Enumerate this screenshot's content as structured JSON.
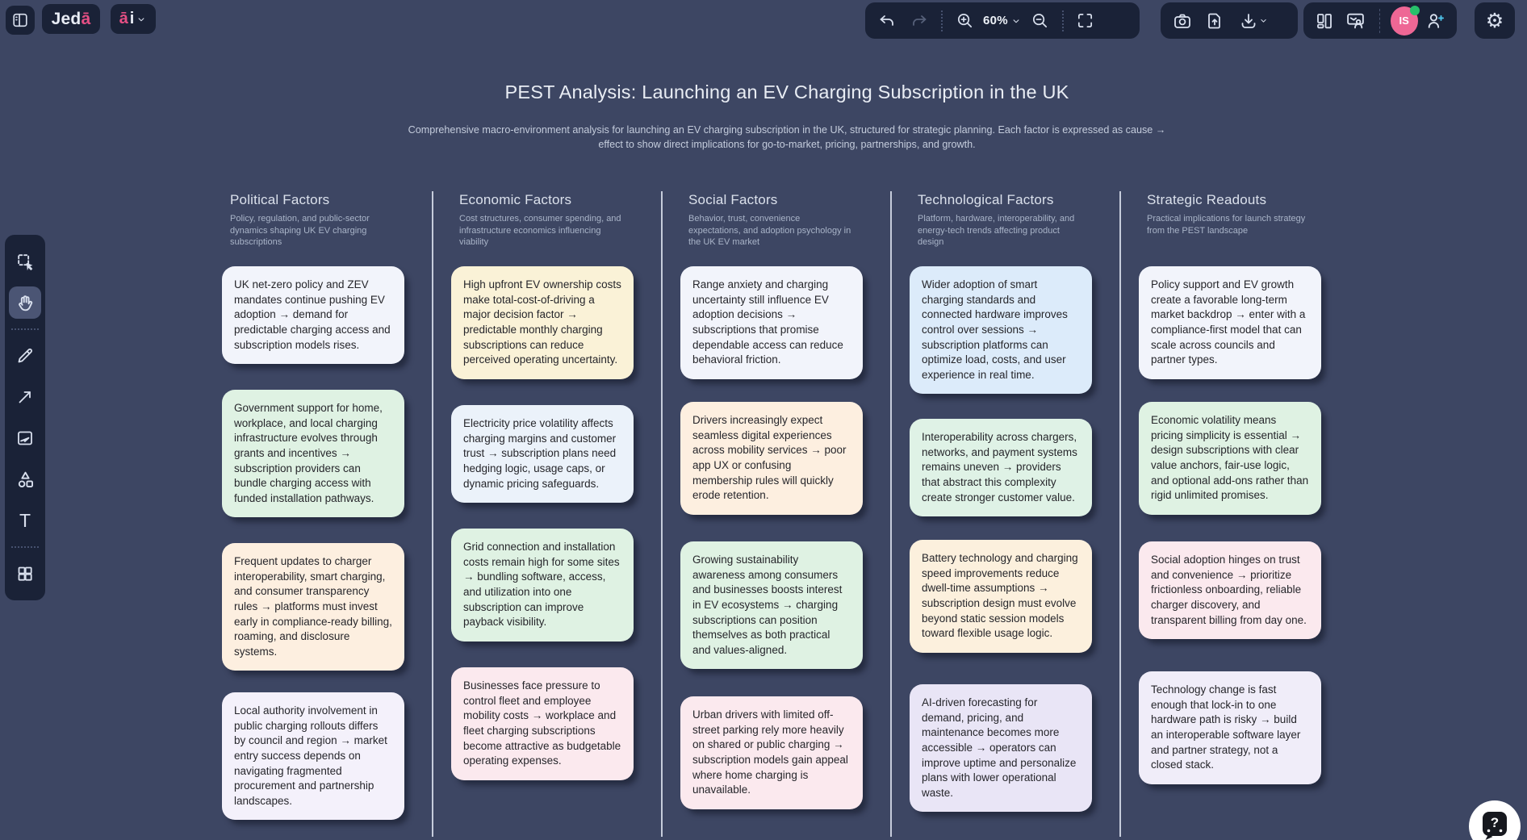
{
  "app": {
    "brand": {
      "prefix": "Jed",
      "accent": "ā"
    },
    "ai_menu": {
      "accent": "ā",
      "suffix": "i"
    },
    "zoom_level": "60%",
    "avatar_initials": "IS",
    "gear_glyph": "⚙",
    "text_tool_glyph": "T",
    "help_label": "?"
  },
  "colors": {
    "canvas": "#3d4663",
    "panel": "#1a2237",
    "accent_pink": "#e54f84",
    "avatar_pink": "#ee6795",
    "online_green": "#27c06a",
    "add_person_plus": "#4fc4ea"
  },
  "board": {
    "title": "PEST Analysis: Launching an EV Charging Subscription in the UK",
    "subtitle": "Comprehensive macro-environment analysis for launching an EV charging subscription in the UK, structured for strategic planning. Each factor is expressed as cause → effect to show direct implications for go-to-market, pricing, partnerships, and growth.",
    "columns": [
      {
        "title": "Political Factors",
        "description": "Policy, regulation, and public-sector dynamics shaping UK EV charging subscriptions",
        "cards": [
          {
            "color": "#f2f4fb",
            "text": "UK net-zero policy and ZEV mandates continue pushing EV adoption → demand for predictable charging access and subscription models rises."
          },
          {
            "color": "#dff2e3",
            "text": "Government support for home, workplace, and local charging infrastructure evolves through grants and incentives → subscription providers can bundle charging access with funded installation pathways."
          },
          {
            "color": "#fdefe0",
            "text": "Frequent updates to charger interoperability, smart charging, and consumer transparency rules → platforms must invest early in compliance-ready billing, roaming, and disclosure systems."
          },
          {
            "color": "#f4f1fb",
            "text": "Local authority involvement in public charging rollouts differs by council and region → market entry success depends on navigating fragmented procurement and partnership landscapes."
          }
        ]
      },
      {
        "title": "Economic Factors",
        "description": "Cost structures, consumer spending, and infrastructure economics influencing viability",
        "cards": [
          {
            "color": "#faf2d7",
            "text": "High upfront EV ownership costs make total-cost-of-driving a major decision factor → predictable monthly charging subscriptions can reduce perceived operating uncertainty."
          },
          {
            "color": "#ebf2fa",
            "text": "Electricity price volatility affects charging margins and customer trust → subscription plans need hedging logic, usage caps, or dynamic pricing safeguards."
          },
          {
            "color": "#dff2e3",
            "text": "Grid connection and installation costs remain high for some sites → bundling software, access, and utilization into one subscription can improve payback visibility."
          },
          {
            "color": "#fbe9ee",
            "text": "Businesses face pressure to control fleet and employee mobility costs → workplace and fleet charging subscriptions become attractive as budgetable operating expenses."
          }
        ]
      },
      {
        "title": "Social Factors",
        "description": "Behavior, trust, convenience expectations, and adoption psychology in the UK EV market",
        "cards": [
          {
            "color": "#f2f4fb",
            "text": "Range anxiety and charging uncertainty still influence EV adoption decisions → subscriptions that promise dependable access can reduce behavioral friction."
          },
          {
            "color": "#fdefe0",
            "text": "Drivers increasingly expect seamless digital experiences across mobility services → poor app UX or confusing membership rules will quickly erode retention."
          },
          {
            "color": "#dff2e3",
            "text": "Growing sustainability awareness among consumers and businesses boosts interest in EV ecosystems → charging subscriptions can position themselves as both practical and values-aligned."
          },
          {
            "color": "#fbe9ee",
            "text": "Urban drivers with limited off-street parking rely more heavily on shared or public charging → subscription models gain appeal where home charging is unavailable."
          }
        ]
      },
      {
        "title": "Technological Factors",
        "description": "Platform, hardware, interoperability, and energy-tech trends affecting product design",
        "cards": [
          {
            "color": "#dcebfa",
            "text": "Wider adoption of smart charging standards and connected hardware improves control over sessions → subscription platforms can optimize load, costs, and user experience in real time."
          },
          {
            "color": "#dff2e6",
            "text": "Interoperability across chargers, networks, and payment systems remains uneven → providers that abstract this complexity create stronger customer value."
          },
          {
            "color": "#fcf0dd",
            "text": "Battery technology and charging speed improvements reduce dwell-time assumptions → subscription design must evolve beyond static session models toward flexible usage logic."
          },
          {
            "color": "#e9e5f6",
            "text": "AI-driven forecasting for demand, pricing, and maintenance becomes more accessible → operators can improve uptime and personalize plans with lower operational waste."
          }
        ]
      },
      {
        "title": "Strategic Readouts",
        "description": "Practical implications for launch strategy from the PEST landscape",
        "cards": [
          {
            "color": "#f2f4fb",
            "text": "Policy support and EV growth create a favorable long-term market backdrop → enter with a compliance-first model that can scale across councils and partner types."
          },
          {
            "color": "#dff2e3",
            "text": "Economic volatility means pricing simplicity is essential → design subscriptions with clear value anchors, fair-use logic, and optional add-ons rather than rigid unlimited promises."
          },
          {
            "color": "#fbe9ee",
            "text": "Social adoption hinges on trust and convenience → prioritize frictionless onboarding, reliable charger discovery, and transparent billing from day one."
          },
          {
            "color": "#f0edf9",
            "text": "Technology change is fast enough that lock-in to one hardware path is risky → build an interoperable software layer and partner strategy, not a closed stack."
          }
        ]
      }
    ]
  }
}
